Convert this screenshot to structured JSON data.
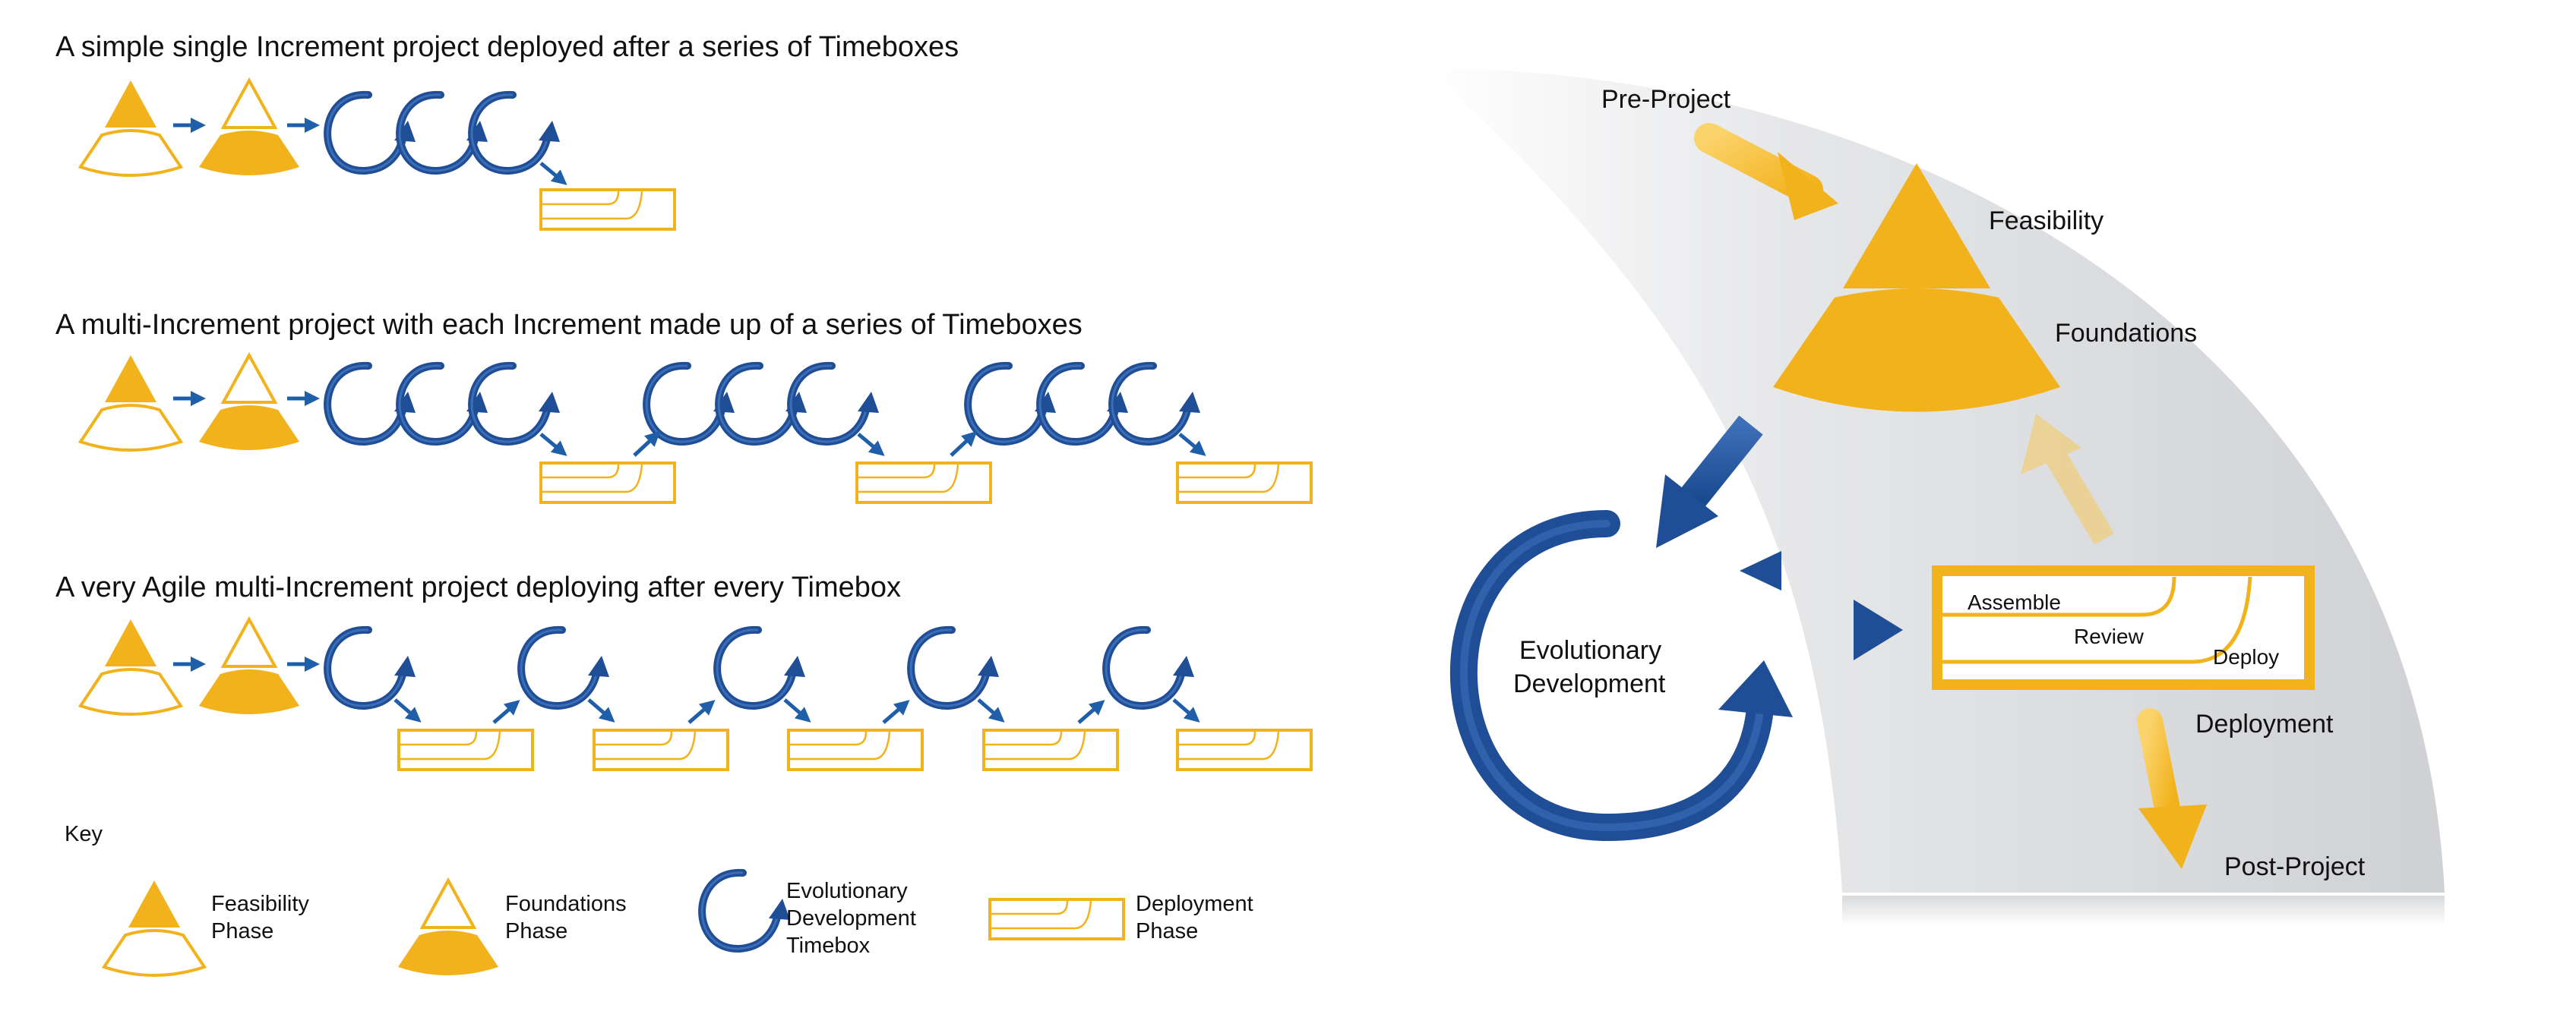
{
  "left": {
    "rows": [
      {
        "heading": "A simple single Increment project deployed after a series of Timeboxes"
      },
      {
        "heading": "A multi-Increment project with each Increment made up of a series of Timeboxes"
      },
      {
        "heading": "A very Agile multi-Increment project deploying after every Timebox"
      }
    ]
  },
  "key": {
    "title": "Key",
    "items": [
      {
        "line1": "Feasibility",
        "line2": "Phase"
      },
      {
        "line1": "Foundations",
        "line2": "Phase"
      },
      {
        "line1": "Evolutionary",
        "line2": "Development",
        "line3": "Timebox"
      },
      {
        "line1": "Deployment",
        "line2": "Phase"
      }
    ]
  },
  "process": {
    "pre_project": "Pre-Project",
    "feasibility": "Feasibility",
    "foundations": "Foundations",
    "evo_line1": "Evolutionary",
    "evo_line2": "Development",
    "assemble": "Assemble",
    "review": "Review",
    "deploy": "Deploy",
    "deployment": "Deployment",
    "post_project": "Post-Project"
  },
  "colors": {
    "amber": "#F2B21C",
    "blue": "#1F4E96",
    "arrow_blue": "#1F5EA8",
    "grey_band": "#DCDDDF"
  }
}
